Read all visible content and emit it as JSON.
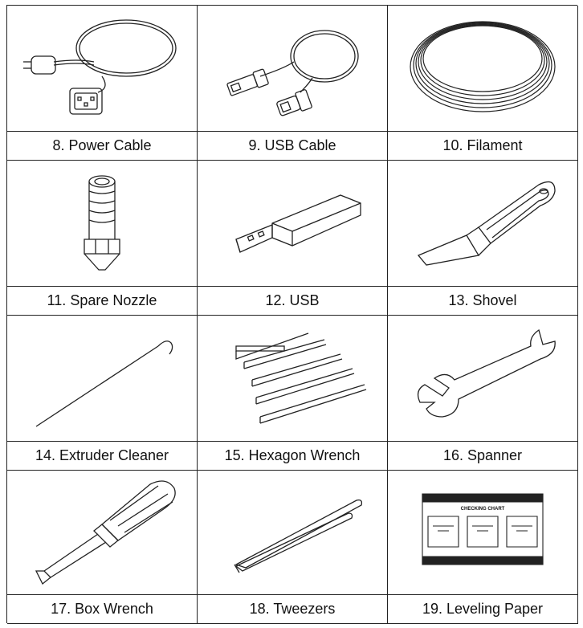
{
  "items": [
    {
      "label": "8. Power Cable",
      "icon": "power-cable-icon"
    },
    {
      "label": "9. USB Cable",
      "icon": "usb-cable-icon"
    },
    {
      "label": "10. Filament",
      "icon": "filament-icon"
    },
    {
      "label": "11. Spare Nozzle",
      "icon": "nozzle-icon"
    },
    {
      "label": "12. USB",
      "icon": "usb-drive-icon"
    },
    {
      "label": "13. Shovel",
      "icon": "shovel-icon"
    },
    {
      "label": "14. Extruder Cleaner",
      "icon": "extruder-cleaner-icon"
    },
    {
      "label": "15. Hexagon Wrench",
      "icon": "hexagon-wrench-icon"
    },
    {
      "label": "16. Spanner",
      "icon": "spanner-icon"
    },
    {
      "label": "17. Box Wrench",
      "icon": "box-wrench-icon"
    },
    {
      "label": "18. Tweezers",
      "icon": "tweezers-icon"
    },
    {
      "label": "19. Leveling Paper",
      "icon": "leveling-paper-icon"
    }
  ],
  "leveling_paper": {
    "title": "CHECKING CHART"
  }
}
